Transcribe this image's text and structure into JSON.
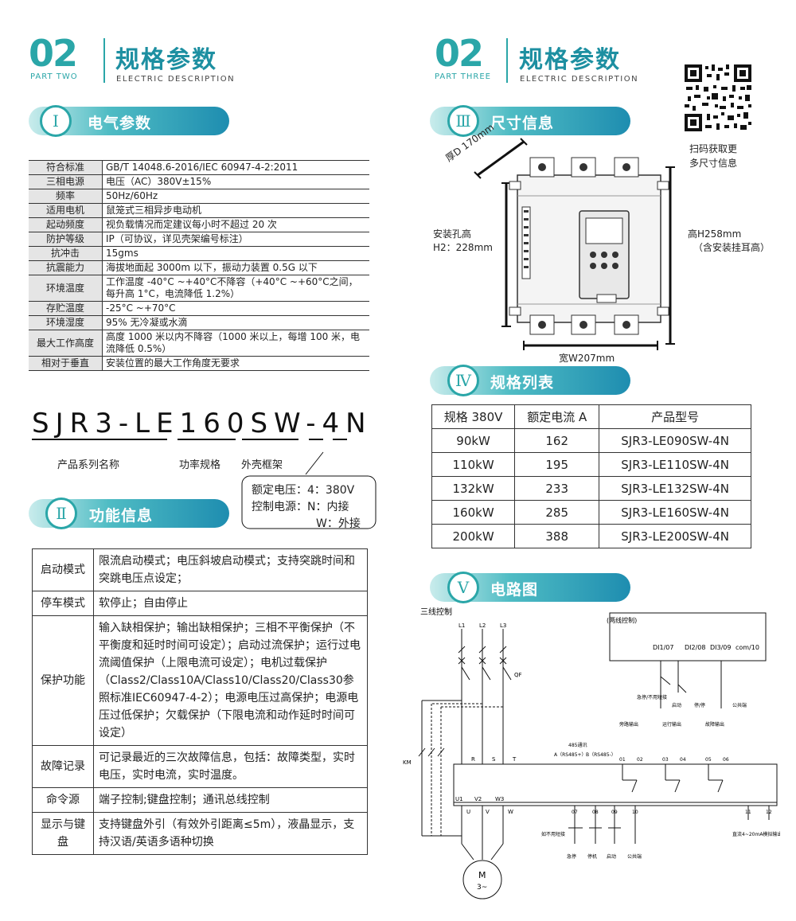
{
  "left_header": {
    "number": "02",
    "part": "PART TWO",
    "title": "规格参数",
    "subtitle": "ELECTRIC DESCRIPTION"
  },
  "right_header": {
    "number": "02",
    "part": "PART THREE",
    "title": "规格参数",
    "subtitle": "ELECTRIC DESCRIPTION"
  },
  "sections": {
    "s1": {
      "numeral": "Ⅰ",
      "title": "电气参数"
    },
    "s2": {
      "numeral": "Ⅱ",
      "title": "功能信息"
    },
    "s3": {
      "numeral": "Ⅲ",
      "title": "尺寸信息"
    },
    "s4": {
      "numeral": "Ⅳ",
      "title": "规格列表"
    },
    "s5": {
      "numeral": "Ⅴ",
      "title": "电路图"
    }
  },
  "electrical": [
    {
      "k": "符合标准",
      "v": "GB/T 14048.6-2016/IEC 60947-4-2:2011"
    },
    {
      "k": "三相电源",
      "v": "电压（AC）380V±15%"
    },
    {
      "k": "频率",
      "v": "50Hz/60Hz"
    },
    {
      "k": "适用电机",
      "v": "鼠笼式三相异步电动机"
    },
    {
      "k": "起动频度",
      "v": "视负载情况而定建议每小时不超过 20 次"
    },
    {
      "k": "防护等级",
      "v": "IP（可协议，详见壳架编号标注）"
    },
    {
      "k": "抗冲击",
      "v": "15gms"
    },
    {
      "k": "抗震能力",
      "v": "海拔地面起 3000m 以下，振动力装置 0.5G 以下"
    },
    {
      "k": "环境温度",
      "v": "工作温度 -40°C ~+40°C不降容（+40°C ~+60°C之间，每升高 1°C，电流降低 1.2%）"
    },
    {
      "k": "存贮温度",
      "v": "-25°C ~+70°C"
    },
    {
      "k": "环境湿度",
      "v": "95% 无冷凝或水滴"
    },
    {
      "k": "最大工作高度",
      "v": "高度 1000 米以内不降容（1000 米以上，每增 100 米，电流降低 0.5%）"
    },
    {
      "k": "相对于垂直",
      "v": "安装位置的最大工作角度无要求"
    }
  ],
  "model_code": {
    "text": "SJR3-LE160SW-4N",
    "series_label": "产品系列名称",
    "power_label": "功率规格",
    "frame_label": "外壳框架",
    "voltage_note": "额定电压：4：380V",
    "control_note": "控制电源：N：内接",
    "control_note2": "W：外接"
  },
  "functions": [
    {
      "k": "启动模式",
      "v": "限流启动模式；电压斜坡启动模式；支持突跳时间和突跳电压点设定；"
    },
    {
      "k": "停车模式",
      "v": "软停止；自由停止"
    },
    {
      "k": "保护功能",
      "v": "输入缺相保护；输出缺相保护；三相不平衡保护（不平衡度和延时时间可设定）；启动过流保护；运行过电流阈值保护（上限电流可设定）；电机过载保护（Class2/Class10A/Class10/Class20/Class30参照标准IEC60947-4-2）；电源电压过高保护；电源电压过低保护；欠载保护（下限电流和动作延时时间可设定）"
    },
    {
      "k": "故障记录",
      "v": "可记录最近的三次故障信息，包括：故障类型，实时电压，实时电流，实时温度。"
    },
    {
      "k": "命令源",
      "v": "端子控制;键盘控制；通讯总线控制"
    },
    {
      "k": "显示与键盘",
      "v": "支持键盘外引（有效外引距离≤5m），液晶显示，支持汉语/英语多语种切换"
    }
  ],
  "dimensions": {
    "depth": "厚D 170mm",
    "hole_height_label": "安装孔高",
    "hole_height": "H2：228mm",
    "height": "高H258mm",
    "height_note": "（含安装挂耳高）",
    "width": "宽W207mm"
  },
  "qr": {
    "caption1": "扫码获取更",
    "caption2": "多尺寸信息"
  },
  "spec_table": {
    "headers": [
      "规格 380V",
      "额定电流 A",
      "产品型号"
    ],
    "rows": [
      [
        "90kW",
        "162",
        "SJR3-LE090SW-4N"
      ],
      [
        "110kW",
        "195",
        "SJR3-LE110SW-4N"
      ],
      [
        "132kW",
        "233",
        "SJR3-LE132SW-4N"
      ],
      [
        "160kW",
        "285",
        "SJR3-LE160SW-4N"
      ],
      [
        "200kW",
        "388",
        "SJR3-LE200SW-4N"
      ]
    ]
  },
  "circuit": {
    "three_wire": "三线控制",
    "two_wire": "(两线控制)",
    "L1": "L1",
    "L2": "L2",
    "L3": "L3",
    "QF": "QF",
    "KM": "KM",
    "R": "R",
    "S": "S",
    "T": "T",
    "U1": "U1",
    "V2": "V2",
    "W3": "W3",
    "U": "U",
    "V": "V",
    "W": "W",
    "motor1": "M",
    "motor2": "3~",
    "di1": "DI1/07",
    "di2": "DI2/08",
    "di3": "DI3/09",
    "com": "com/10",
    "comm": "485通讯",
    "rs_a": "A（RS485+）",
    "rs_b": "B（RS485-）",
    "bypass": "旁路输出",
    "run": "运行输出",
    "fault": "故障输出",
    "estop_v": "急停/不用短接",
    "start_v": "启动",
    "stop_v": "停/停",
    "common_v": "公共端",
    "term_07": "07",
    "term_08": "08",
    "term_09": "09",
    "term_10": "10",
    "term_11": "11",
    "term_12": "12",
    "term_01": "01",
    "term_02": "02",
    "term_03": "03",
    "term_04": "04",
    "term_05": "05",
    "term_06": "06",
    "no_short": "如不用短接",
    "estop": "急停",
    "stop": "停机",
    "start": "启动",
    "common": "公共端",
    "analog": "直流4~20mA模拟输出"
  }
}
